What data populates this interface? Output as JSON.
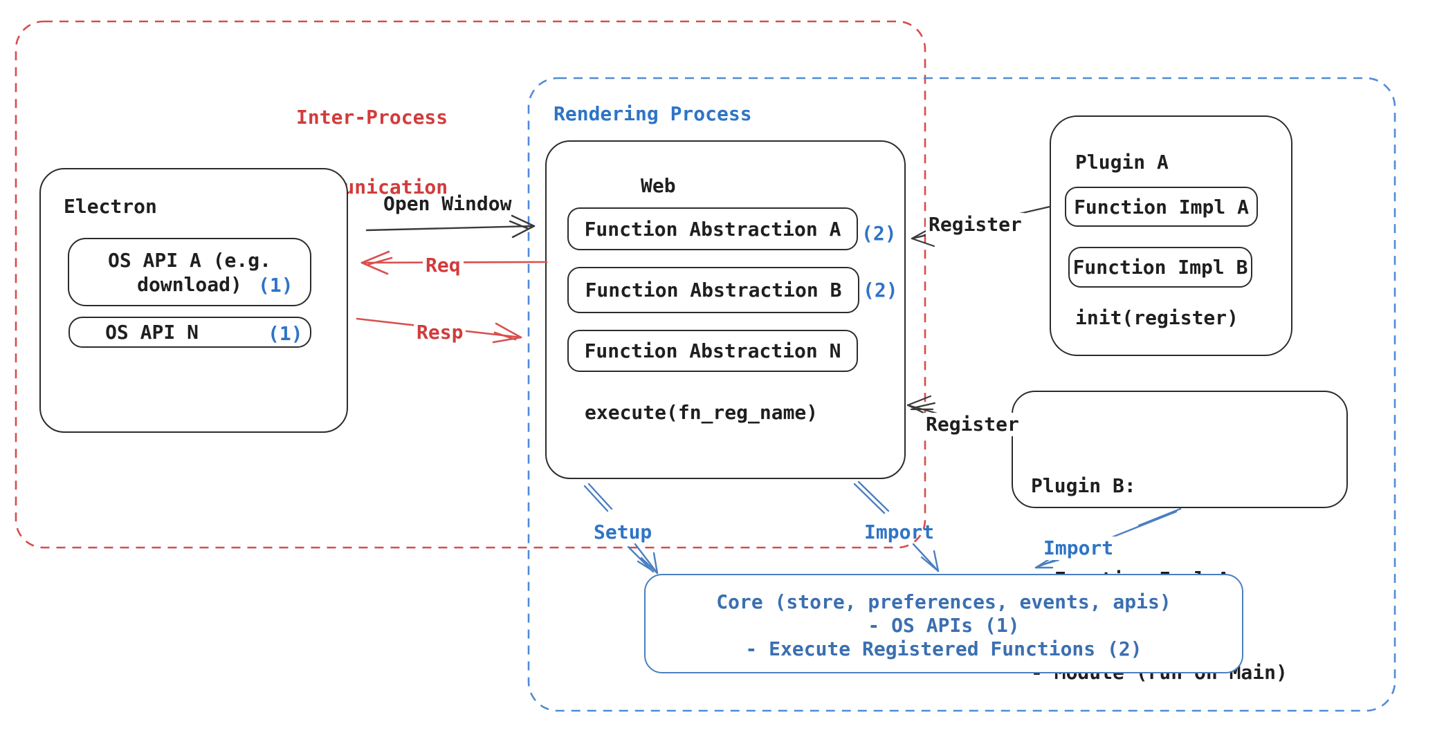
{
  "diagram": {
    "ipc_region": {
      "title_line1": "Inter-Process",
      "title_line2": "Communication"
    },
    "rendering_region": {
      "title": "Rendering Process"
    },
    "electron": {
      "title": "Electron",
      "os_api_a": {
        "line1": "OS API A (e.g.",
        "line2": "download)",
        "badge": "(1)"
      },
      "os_api_n": {
        "label": "OS API N",
        "badge": "(1)"
      }
    },
    "web": {
      "title": "Web",
      "fn_abstraction_a": {
        "label": "Function Abstraction A",
        "badge": "(2)"
      },
      "fn_abstraction_b": {
        "label": "Function Abstraction B",
        "badge": "(2)"
      },
      "fn_abstraction_n": {
        "label": "Function Abstraction N"
      },
      "execute": "execute(fn_reg_name)"
    },
    "plugin_a": {
      "title": "Plugin A",
      "impl_a": "Function Impl A",
      "impl_b": "Function Impl B",
      "init": "init(register)"
    },
    "plugin_b": {
      "title": "Plugin B:",
      "item1": "- Function Impl A",
      "item2": "- Module (run on Main)"
    },
    "core": {
      "line1": "Core (store, preferences, events, apis)",
      "line2": "- OS APIs (1)",
      "line3": "- Execute Registered Functions (2)"
    },
    "arrows": {
      "open_window": "Open Window",
      "req": "Req",
      "resp": "Resp",
      "register_top": "Register",
      "register_bottom": "Register",
      "setup": "Setup",
      "import_web": "Import",
      "import_plugin": "Import"
    },
    "colors": {
      "red": "#d13c3c",
      "red_dash": "#d84b4b",
      "blue": "#2e74c6",
      "blue_dash": "#4f8bd6",
      "core_blue": "#3b6fb0",
      "core_border": "#4b7fc0",
      "ink": "#2b2b2b"
    }
  }
}
